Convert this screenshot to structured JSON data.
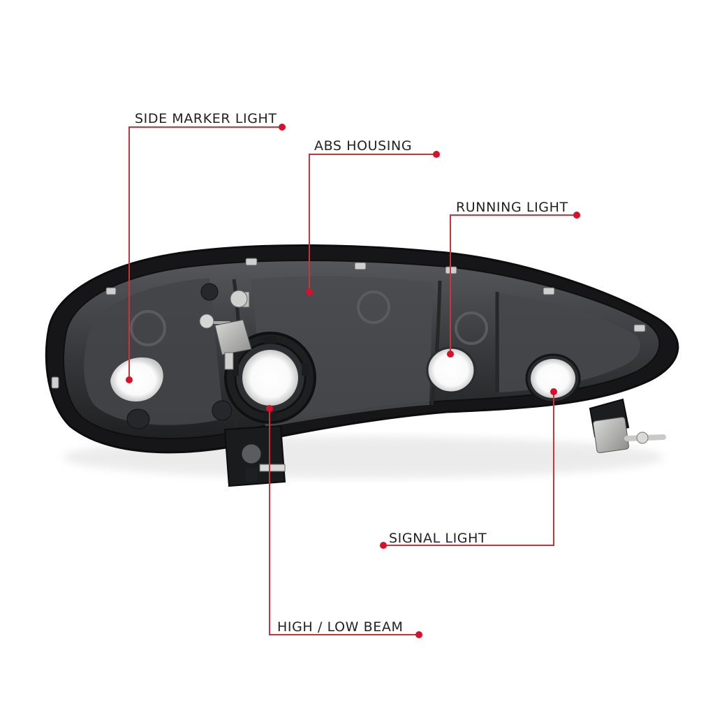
{
  "colors": {
    "callout_line": "#c9343e",
    "callout_dot": "#d8102a",
    "housing_outer": "#1a1a1c",
    "housing_inner": "#3a3b3e",
    "bulb_socket_glow": "#ffffff"
  },
  "callouts": {
    "side_marker": {
      "label": "SIDE MARKER LIGHT"
    },
    "abs_housing": {
      "label": "ABS HOUSING"
    },
    "running_light": {
      "label": "RUNNING LIGHT"
    },
    "signal_light": {
      "label": "SIGNAL LIGHT"
    },
    "high_low_beam": {
      "label": "HIGH / LOW BEAM"
    }
  }
}
